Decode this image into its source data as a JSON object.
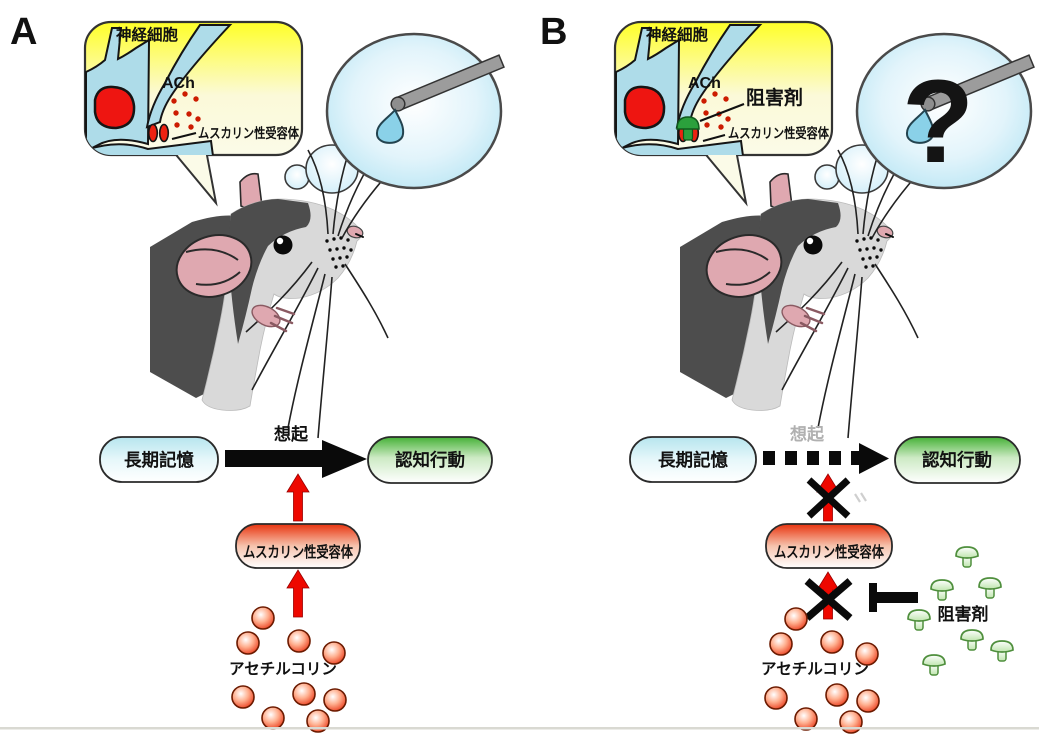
{
  "figure": {
    "panel_a": {
      "label": "A",
      "speech_bubble": {
        "neuron_label": "神経細胞",
        "ach_label": "ACh",
        "receptor_label": "ムスカリン性受容体"
      },
      "flow": {
        "long_term_memory": "長期記憶",
        "recall": "想起",
        "cognitive_behavior": "認知行動",
        "receptor": "ムスカリン性受容体",
        "acetylcholine": "アセチルコリン"
      }
    },
    "panel_b": {
      "label": "B",
      "speech_bubble": {
        "neuron_label": "神経細胞",
        "ach_label": "ACh",
        "inhibitor_label": "阻害剤",
        "receptor_label": "ムスカリン性受容体"
      },
      "thought_bubble": {
        "question_mark": "?"
      },
      "flow": {
        "long_term_memory": "長期記憶",
        "recall": "想起",
        "cognitive_behavior": "認知行動",
        "receptor": "ムスカリン性受容体",
        "acetylcholine": "アセチルコリン",
        "inhibitor": "阻害剤"
      }
    },
    "colors": {
      "bubble_yellow": "#ffff28",
      "neuron_blue": "#aedce9",
      "nucleus_red": "#ee1511",
      "ach_dot_red": "#cc1c00",
      "arrow_red": "#ee0800",
      "memory_pill_blue": "#b6e5ee",
      "behavior_pill_green": "#45b136",
      "receptor_pill_red": "#e8330e",
      "inhibitor_green": "#2ba03c",
      "thought_bubble_blue": "#b4e4f3",
      "recall_blocked_gray": "#b0b0b0"
    }
  }
}
